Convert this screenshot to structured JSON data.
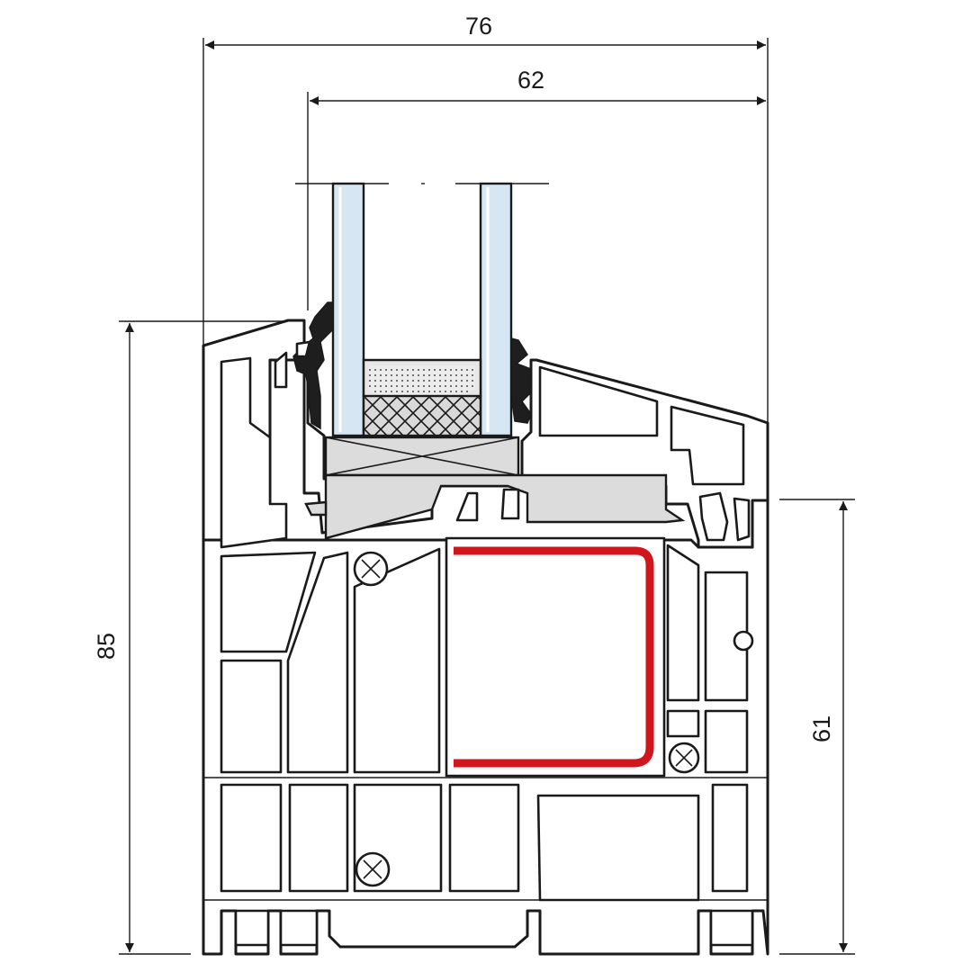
{
  "dimensions": {
    "overall_width": "76",
    "sash_width": "62",
    "overall_height": "85",
    "frame_height": "61"
  },
  "colors": {
    "line": "#1a1a1a",
    "glass": "#d6e6f2",
    "steel_reinforcement": "#d0161c",
    "gasket": "#1e1e1e",
    "glazing_block": "#dcdcdc"
  }
}
